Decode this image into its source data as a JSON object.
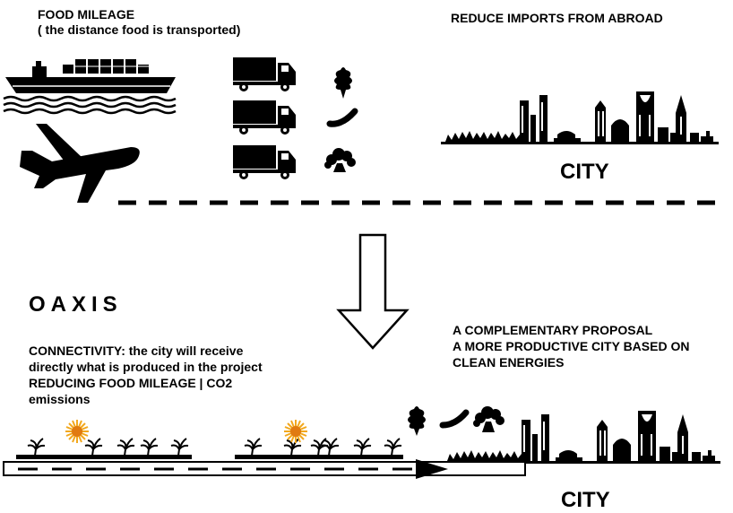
{
  "top": {
    "food_mileage_title": "FOOD MILEAGE",
    "food_mileage_sub": "( the distance food is transported)",
    "reduce_imports": "REDUCE IMPORTS FROM ABROAD",
    "city_label": "CITY"
  },
  "bottom": {
    "brand": "OAXIS",
    "connectivity_1": "CONNECTIVITY: the city will receive",
    "connectivity_2": "directly what is produced in the project",
    "connectivity_3": "REDUCING FOOD MILEAGE | CO2",
    "connectivity_4": "emissions",
    "proposal_1": "A COMPLEMENTARY PROPOSAL",
    "proposal_2": "A MORE PRODUCTIVE CITY BASED ON",
    "proposal_3": "CLEAN ENERGIES",
    "city_label": "CITY"
  },
  "icons": {
    "ship": "cargo-ship-icon",
    "plane": "airplane-icon",
    "truck": "truck-icon",
    "tree": "tree-icon",
    "cucumber": "cucumber-icon",
    "broccoli": "broccoli-icon",
    "sun": "sun-icon",
    "palm": "palm-tree-icon",
    "arrow": "down-arrow-icon",
    "skyline": "city-skyline-icon"
  },
  "colors": {
    "ink": "#000000",
    "sun": "#F2A81D",
    "sun_core": "#E07A10",
    "background": "#FFFFFF"
  }
}
